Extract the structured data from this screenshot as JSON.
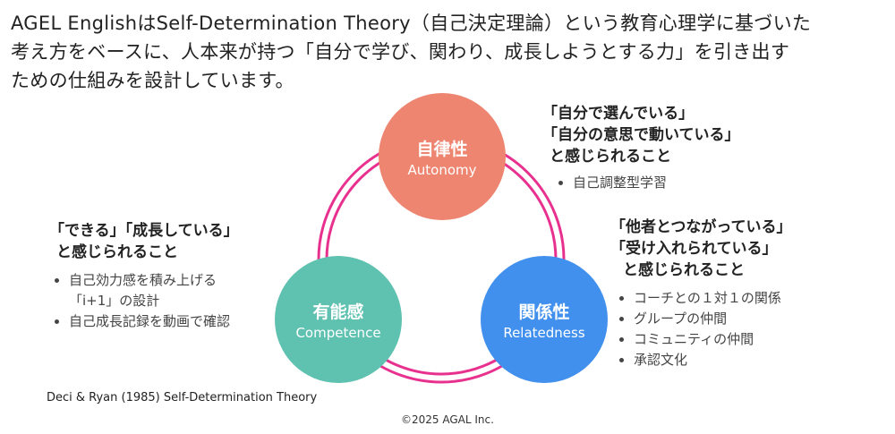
{
  "intro": [
    "AGEL EnglishはSelf-Determination Theory（自己決定理論）という教育心理学に基づいた",
    "考え方をベースに、人本来が持つ「自分で学び、関わり、成長しようとする力」を引き出す",
    "ための仕組みを設計しています。"
  ],
  "circles": {
    "autonomy": {
      "jp": "自律性",
      "en": "Autonomy",
      "color": "#EE8570"
    },
    "competence": {
      "jp": "有能感",
      "en": "Competence",
      "color": "#5FC1B0"
    },
    "relatedness": {
      "jp": "関係性",
      "en": "Relatedness",
      "color": "#4290EE"
    }
  },
  "ring_color": "#E8318F",
  "autonomy_block": {
    "quotes": [
      "「自分で選んでいる」",
      "「自分の意思で動いている」",
      "と感じられること"
    ],
    "bullets": [
      "自己調整型学習"
    ]
  },
  "competence_block": {
    "quotes": [
      "「できる」「成長している」",
      "と感じられること"
    ],
    "bullets": [
      "自己効力感を積み上げる",
      "「i+1」の設計",
      "自己成長記録を動画で確認"
    ]
  },
  "relatedness_block": {
    "quotes": [
      "「他者とつながっている」",
      "「受け入れられている」",
      "と感じられること"
    ],
    "bullets": [
      "コーチとの１対１の関係",
      "グループの仲間",
      "コミュニティの仲間",
      "承認文化"
    ]
  },
  "citation": "Deci & Ryan (1985) Self-Determination Theory",
  "copyright": "©2025 AGAL Inc."
}
